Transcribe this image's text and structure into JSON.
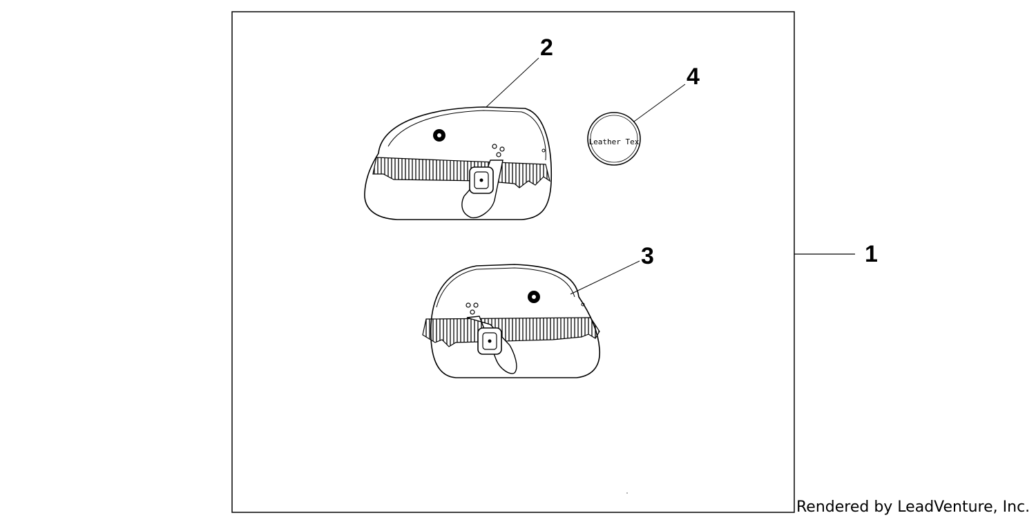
{
  "diagram": {
    "callouts": {
      "assembly": "1",
      "left_bag": "2",
      "right_bag": "3",
      "leather_care": "4"
    },
    "tin_label": "Leather Tex",
    "credit": "Rendered by LeadVenture, Inc.",
    "colors": {
      "line": "#000000",
      "background": "#ffffff"
    }
  }
}
